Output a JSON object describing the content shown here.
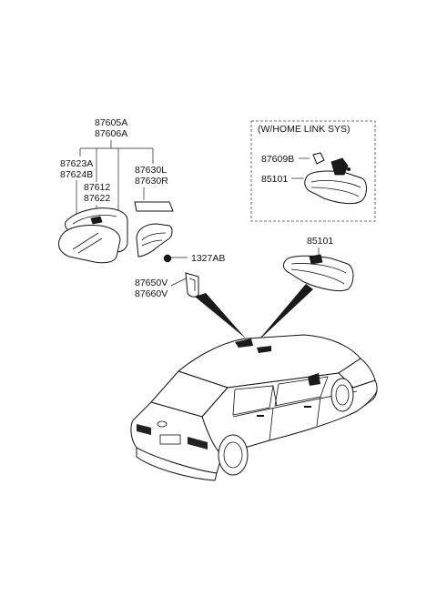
{
  "diagram": {
    "labels": {
      "mirror_assy_a": "87605A",
      "mirror_assy_b": "87606A",
      "cover_a": "87623A",
      "cover_b": "87624B",
      "glass_a": "87612",
      "glass_b": "87622",
      "pad_l": "87630L",
      "pad_r": "87630R",
      "nut": "1327AB",
      "garnish_a": "87650V",
      "garnish_b": "87660V",
      "inside_mirror": "85101",
      "inside_mirror_hl": "85101",
      "bracket": "87609B",
      "homelink_box": "(W/HOME LINK SYS)"
    }
  }
}
